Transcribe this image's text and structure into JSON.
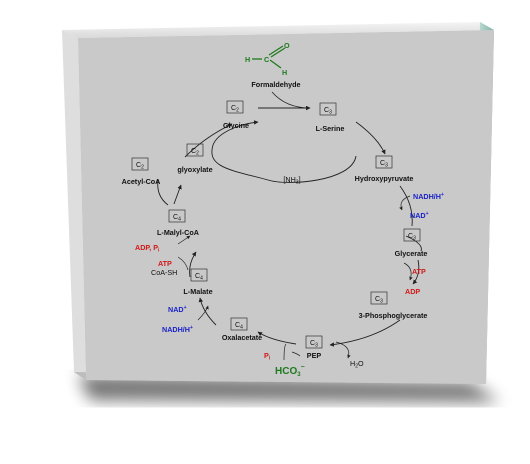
{
  "formaldehyde": {
    "label": "Formaldehyde",
    "atom_h_left": "H",
    "atom_c": "C",
    "atom_o": "O",
    "atom_h_bottom": "H"
  },
  "metabolites": {
    "glycine": "Glycine",
    "serine": "L-Serine",
    "hydroxypyruvate": "Hydroxypyruvate",
    "glycerate": "Glycerate",
    "phosphoglycerate": "3-Phosphoglycerate",
    "pep": "PEP",
    "oxalacetate": "Oxalacetate",
    "malate": "L-Malate",
    "malyl_coa": "L-Malyl-CoA",
    "acetyl_coa": "Acetyl-CoA",
    "glyoxylate": "glyoxylate"
  },
  "carbon_boxes": {
    "glycine": {
      "c": "C",
      "n": "2"
    },
    "serine": {
      "c": "C",
      "n": "3"
    },
    "hydroxypyruvate": {
      "c": "C",
      "n": "3"
    },
    "glycerate": {
      "c": "C",
      "n": "3"
    },
    "phosphoglycerate": {
      "c": "C",
      "n": "3"
    },
    "pep": {
      "c": "C",
      "n": "3"
    },
    "oxalacetate": {
      "c": "C",
      "n": "4"
    },
    "malate": {
      "c": "C",
      "n": "4"
    },
    "malyl_coa": {
      "c": "C",
      "n": "4"
    },
    "acetyl_coa": {
      "c": "C",
      "n": "2"
    },
    "glyoxylate": {
      "c": "C",
      "n": "2"
    }
  },
  "cofactors": {
    "nadh_in": {
      "base": "NADH/H",
      "sup": "+"
    },
    "nad_out": {
      "base": "NAD",
      "sup": "+"
    },
    "atp_glycerate": "ATP",
    "adp_glycerate": "ADP",
    "water": {
      "base": "H",
      "sub": "2",
      "end": "O"
    },
    "bicarbonate": {
      "base": "HCO",
      "sub": "3",
      "sup": "−"
    },
    "phosphate": {
      "base": "P",
      "sub": "i"
    },
    "nadh_malate": {
      "base": "NADH/H",
      "sup": "+"
    },
    "nad_malate": {
      "base": "NAD",
      "sup": "+"
    },
    "atp_malate": "ATP",
    "coash": "CoA-SH",
    "adp_pi": {
      "base": "ADP, P",
      "sub": "i"
    },
    "ammonium": {
      "open": "[NH",
      "sub": "3",
      "close": "]"
    }
  },
  "colors": {
    "panel": "#c9c9c9",
    "frame_edge": "#e4e4e4",
    "frame_side": "#9fc8be",
    "red": "#d01818",
    "blue": "#1a22c8",
    "green": "#1e7a1e"
  }
}
